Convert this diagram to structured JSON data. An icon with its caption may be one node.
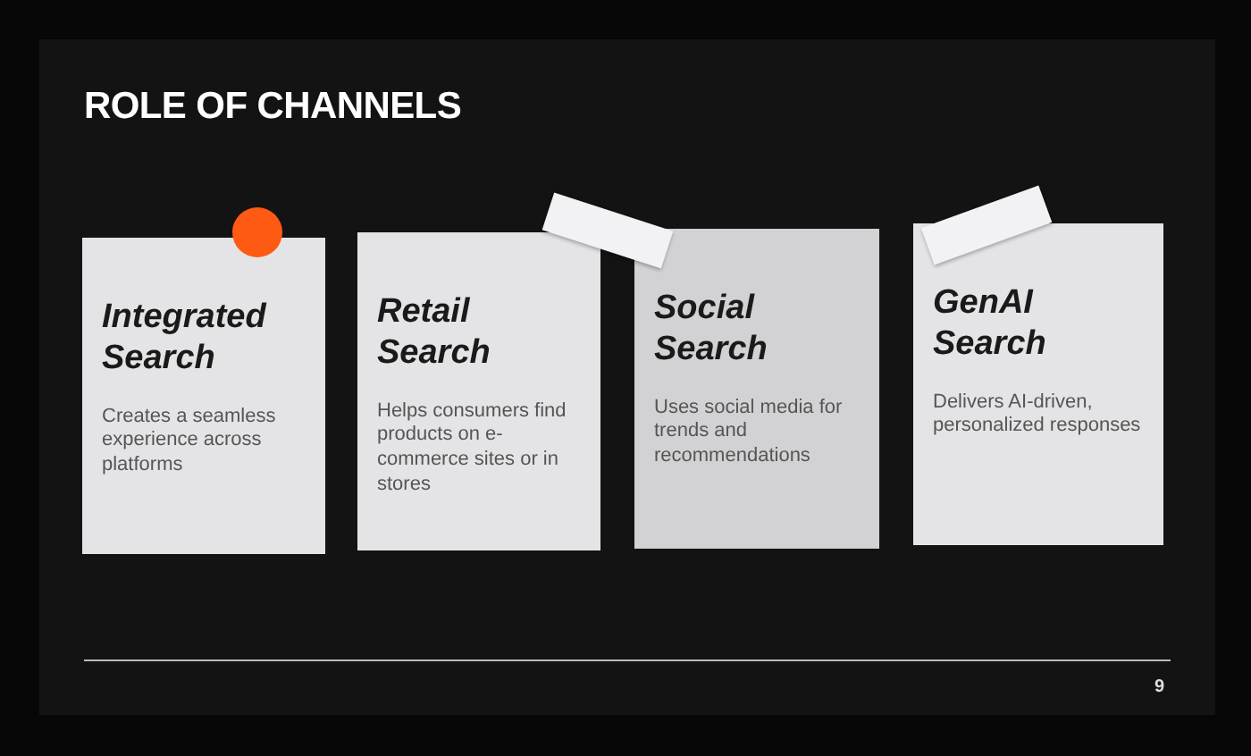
{
  "diagram": {
    "title": "ROLE OF CHANNELS",
    "nodes": [
      {
        "text": [
          "Integrated Search",
          "Creates a seamless experience across platforms"
        ]
      },
      {
        "text": [
          "Retail Search",
          "Helps consumers find products on e-commerce sites or in stores"
        ]
      },
      {
        "text": [
          "Social Search",
          "Uses social media for trends and recommendations"
        ]
      },
      {
        "text": [
          "GenAI Search",
          "Delivers AI-driven, personalized responses"
        ]
      }
    ],
    "labels": [
      "9"
    ]
  }
}
